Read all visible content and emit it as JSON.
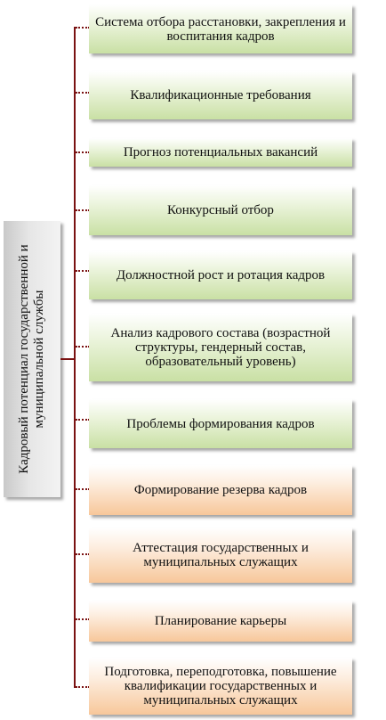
{
  "root": {
    "label": "Кадровый потенциал государственной и муниципальной службы"
  },
  "items": [
    {
      "label": "Система отбора расстановки, закрепления и воспитания кадров",
      "color": "green"
    },
    {
      "label": "Квалификационные требования",
      "color": "green"
    },
    {
      "label": "Прогноз потенциальных вакансий",
      "color": "green"
    },
    {
      "label": "Конкурсный отбор",
      "color": "green"
    },
    {
      "label": "Должностной рост и ротация кадров",
      "color": "green"
    },
    {
      "label": "Анализ кадрового состава (возрастной структуры, гендерный состав, образовательный уровень)",
      "color": "green"
    },
    {
      "label": "Проблемы формирования кадров",
      "color": "green"
    },
    {
      "label": "Формирование резерва кадров",
      "color": "orange"
    },
    {
      "label": "Аттестация государственных и муниципальных служащих",
      "color": "orange"
    },
    {
      "label": "Планирование карьеры",
      "color": "orange"
    },
    {
      "label": "Подготовка, переподготовка, повышение квалификации государственных и муниципальных служащих",
      "color": "orange"
    }
  ],
  "colors": {
    "green": "#c9e0a4",
    "orange": "#f7c79a",
    "connector": "#7a1212",
    "root": "#d9d9d9"
  }
}
